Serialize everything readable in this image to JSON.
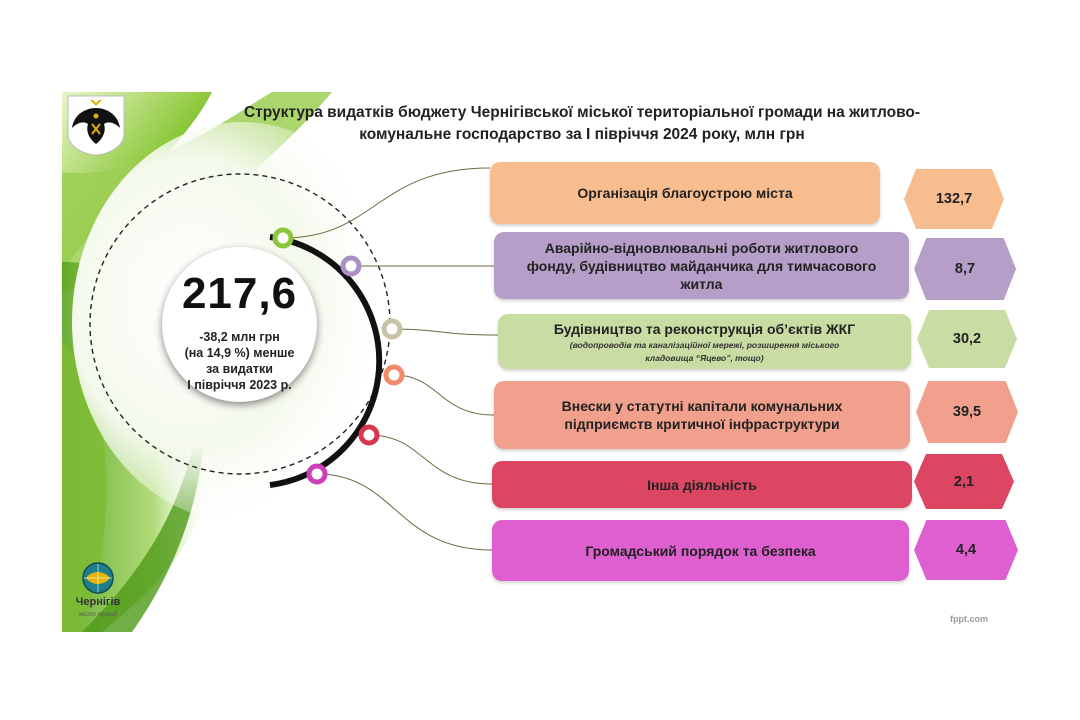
{
  "title": {
    "line1": "Структура видатків бюджету Чернігівської міської територіальної громади на житлово-",
    "line2": "комунальне господарство за І півріччя 2024 року, млн грн"
  },
  "summary": {
    "total": "217,6",
    "note_line1": "-38,2 млн грн",
    "note_line2": "(на 14,9 %) менше",
    "note_line3": "за видатки",
    "note_line4": "І півріччя 2023 р."
  },
  "items": [
    {
      "label_lines": [
        "Організація благоустрою міста"
      ],
      "note_lines": [],
      "value": "132,7",
      "color": "#f8bd8f"
    },
    {
      "label_lines": [
        "Аварійно-відновлювальні роботи житлового",
        "фонду, будівництво майданчика для тимчасового",
        "житла"
      ],
      "note_lines": [],
      "value": "8,7",
      "color": "#b59ec8"
    },
    {
      "label_lines": [
        "Будівництво та реконструкція об’єктів ЖКГ"
      ],
      "note_lines": [
        "(водопроводів та каналізаційної мережі, розширення міського",
        "кладовища “Яцево”, тощо)"
      ],
      "value": "30,2",
      "color": "#c9dca3"
    },
    {
      "label_lines": [
        "Внески у статутні капітали комунальних",
        "підприємств критичної інфраструктури"
      ],
      "note_lines": [],
      "value": "39,5",
      "color": "#f0a08c"
    },
    {
      "label_lines": [
        "Інша діяльність"
      ],
      "note_lines": [],
      "value": "2,1",
      "color": "#dc4662"
    },
    {
      "label_lines": [
        "Громадський порядок та безпека"
      ],
      "note_lines": [],
      "value": "4,4",
      "color": "#de5fcf"
    }
  ],
  "dot_colors": [
    "#8cc63f",
    "#a98fc4",
    "#c8c3a6",
    "#f08a6a",
    "#d6374f",
    "#cf3fb8"
  ],
  "logo": {
    "city_name": "Чернігів",
    "motto": "місто легенд"
  },
  "footer": {
    "brand": "fppt.com"
  }
}
